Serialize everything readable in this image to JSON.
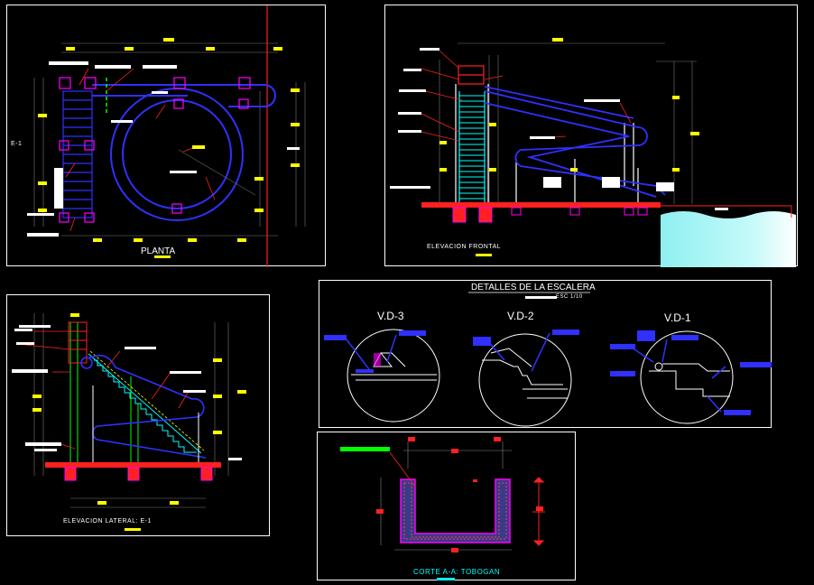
{
  "views": {
    "planta": {
      "title": "PLANTA"
    },
    "frontal": {
      "title": "ELEVACION FRONTAL"
    },
    "lateral": {
      "title": "ELEVACION LATERAL: E-1"
    },
    "detalles": {
      "title": "DETALLES DE LA ESCALERA",
      "scale": "ESC 1/10",
      "details": [
        "V.D-3",
        "V.D-2",
        "V.D-1"
      ]
    },
    "corte": {
      "title": "CORTE A-A: TOBOGAN"
    }
  },
  "marks": {
    "planta_side": "E-1"
  },
  "colors": {
    "background": "#000000",
    "frame": "#ffffff",
    "structure": "#3030ff",
    "footing": "#ff00ff",
    "dimension_tag": "#ffff00",
    "concrete_slab": "#ff2020",
    "stairs": "#00ffff",
    "water": "#8ff0f0",
    "label": "#ffffff",
    "green_tag": "#00ff00"
  }
}
